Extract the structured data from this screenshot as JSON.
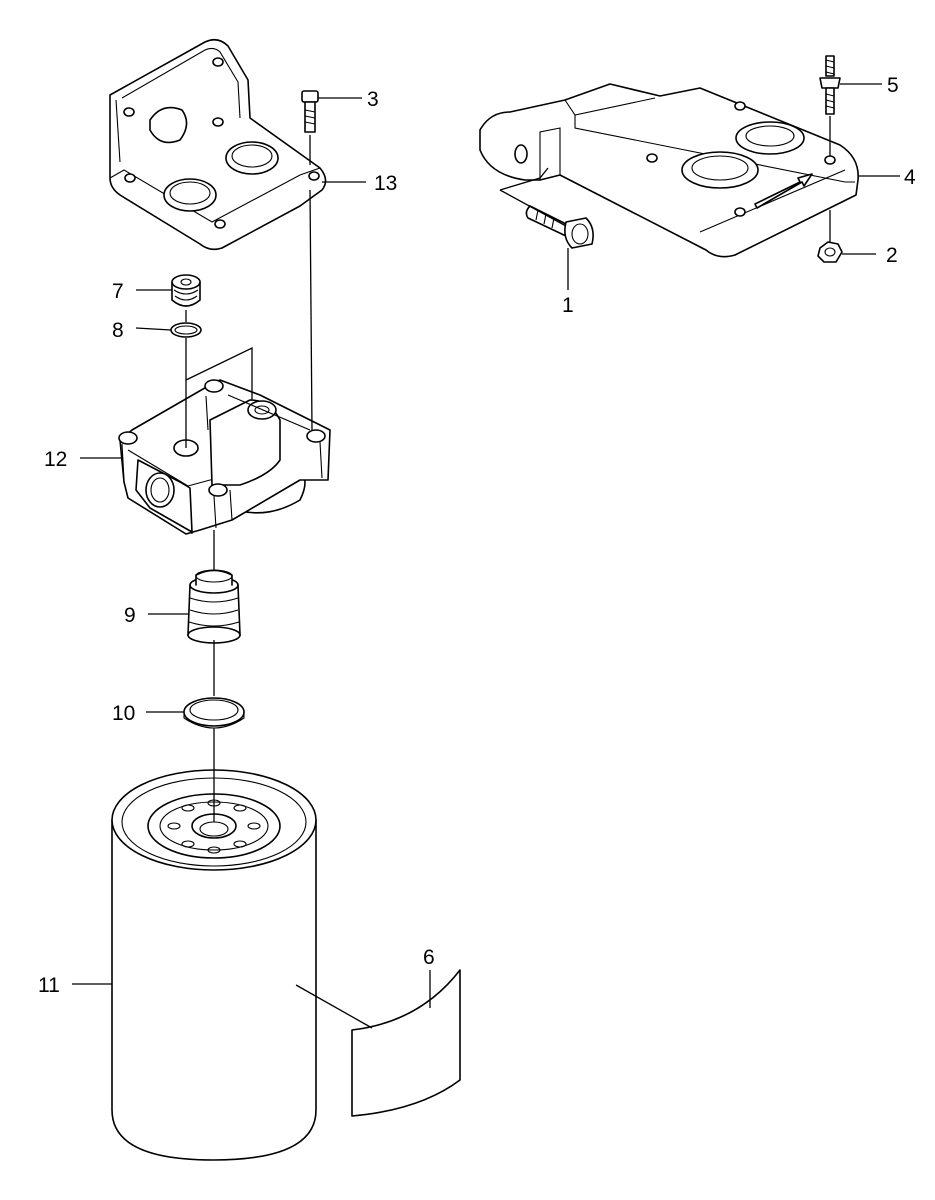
{
  "diagram": {
    "callouts": {
      "c1": "1",
      "c2": "2",
      "c3": "3",
      "c4": "4",
      "c5": "5",
      "c6": "6",
      "c7": "7",
      "c8": "8",
      "c9": "9",
      "c10": "10",
      "c11": "11",
      "c12": "12",
      "c13": "13"
    },
    "colors": {
      "line": "#000000",
      "background": "#ffffff"
    }
  }
}
